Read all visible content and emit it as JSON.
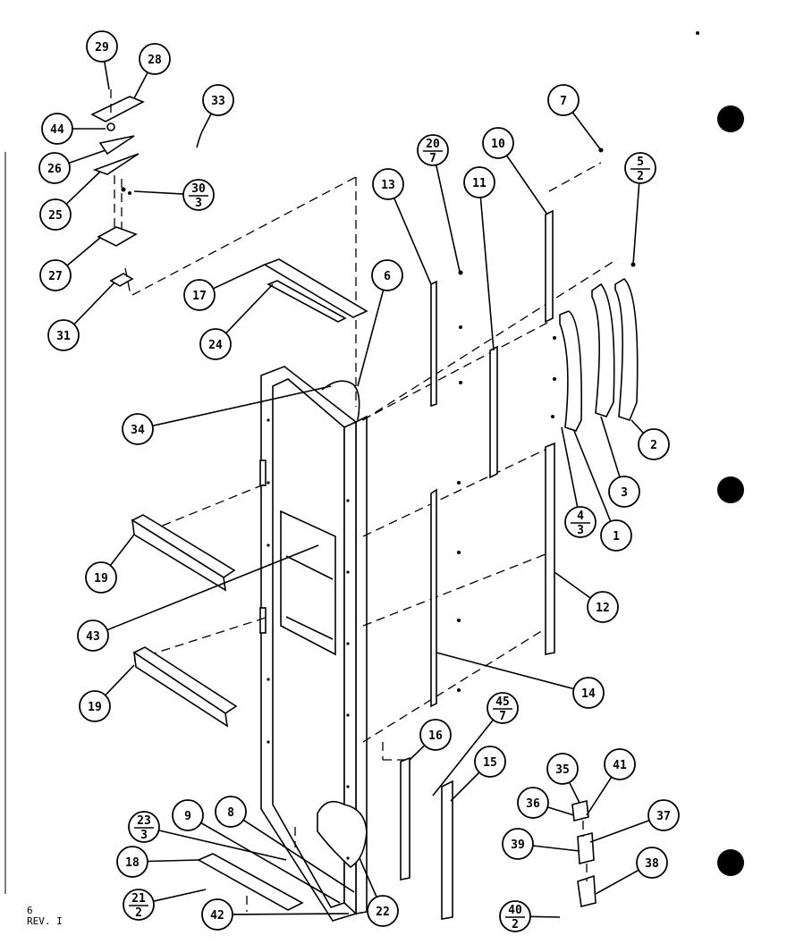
{
  "figure_id": "6",
  "revision": "REV. I",
  "callouts": [
    {
      "id": "c29",
      "label": "29"
    },
    {
      "id": "c28",
      "label": "28"
    },
    {
      "id": "c33",
      "label": "33"
    },
    {
      "id": "c44",
      "label": "44"
    },
    {
      "id": "c26",
      "label": "26"
    },
    {
      "id": "c25",
      "label": "25"
    },
    {
      "id": "c30",
      "label": "30",
      "qty": "3"
    },
    {
      "id": "c27",
      "label": "27"
    },
    {
      "id": "c31",
      "label": "31"
    },
    {
      "id": "c17",
      "label": "17"
    },
    {
      "id": "c24",
      "label": "24"
    },
    {
      "id": "c6",
      "label": "6"
    },
    {
      "id": "c34",
      "label": "34"
    },
    {
      "id": "c13",
      "label": "13"
    },
    {
      "id": "c20",
      "label": "20",
      "qty": "7"
    },
    {
      "id": "c11",
      "label": "11"
    },
    {
      "id": "c10",
      "label": "10"
    },
    {
      "id": "c7",
      "label": "7"
    },
    {
      "id": "c5",
      "label": "5",
      "qty": "2"
    },
    {
      "id": "c2",
      "label": "2"
    },
    {
      "id": "c3",
      "label": "3"
    },
    {
      "id": "c1",
      "label": "1"
    },
    {
      "id": "c4",
      "label": "4",
      "qty": "3"
    },
    {
      "id": "c12",
      "label": "12"
    },
    {
      "id": "c14",
      "label": "14"
    },
    {
      "id": "c19a",
      "label": "19"
    },
    {
      "id": "c43",
      "label": "43"
    },
    {
      "id": "c19b",
      "label": "19"
    },
    {
      "id": "c16",
      "label": "16"
    },
    {
      "id": "c45",
      "label": "45",
      "qty": "7"
    },
    {
      "id": "c15",
      "label": "15"
    },
    {
      "id": "c35",
      "label": "35"
    },
    {
      "id": "c41",
      "label": "41"
    },
    {
      "id": "c36",
      "label": "36"
    },
    {
      "id": "c37",
      "label": "37"
    },
    {
      "id": "c39",
      "label": "39"
    },
    {
      "id": "c38",
      "label": "38"
    },
    {
      "id": "c40",
      "label": "40",
      "qty": "2"
    },
    {
      "id": "c23",
      "label": "23",
      "qty": "3"
    },
    {
      "id": "c9",
      "label": "9"
    },
    {
      "id": "c8",
      "label": "8"
    },
    {
      "id": "c18",
      "label": "18"
    },
    {
      "id": "c21",
      "label": "21",
      "qty": "2"
    },
    {
      "id": "c42",
      "label": "42"
    },
    {
      "id": "c22",
      "label": "22"
    }
  ]
}
